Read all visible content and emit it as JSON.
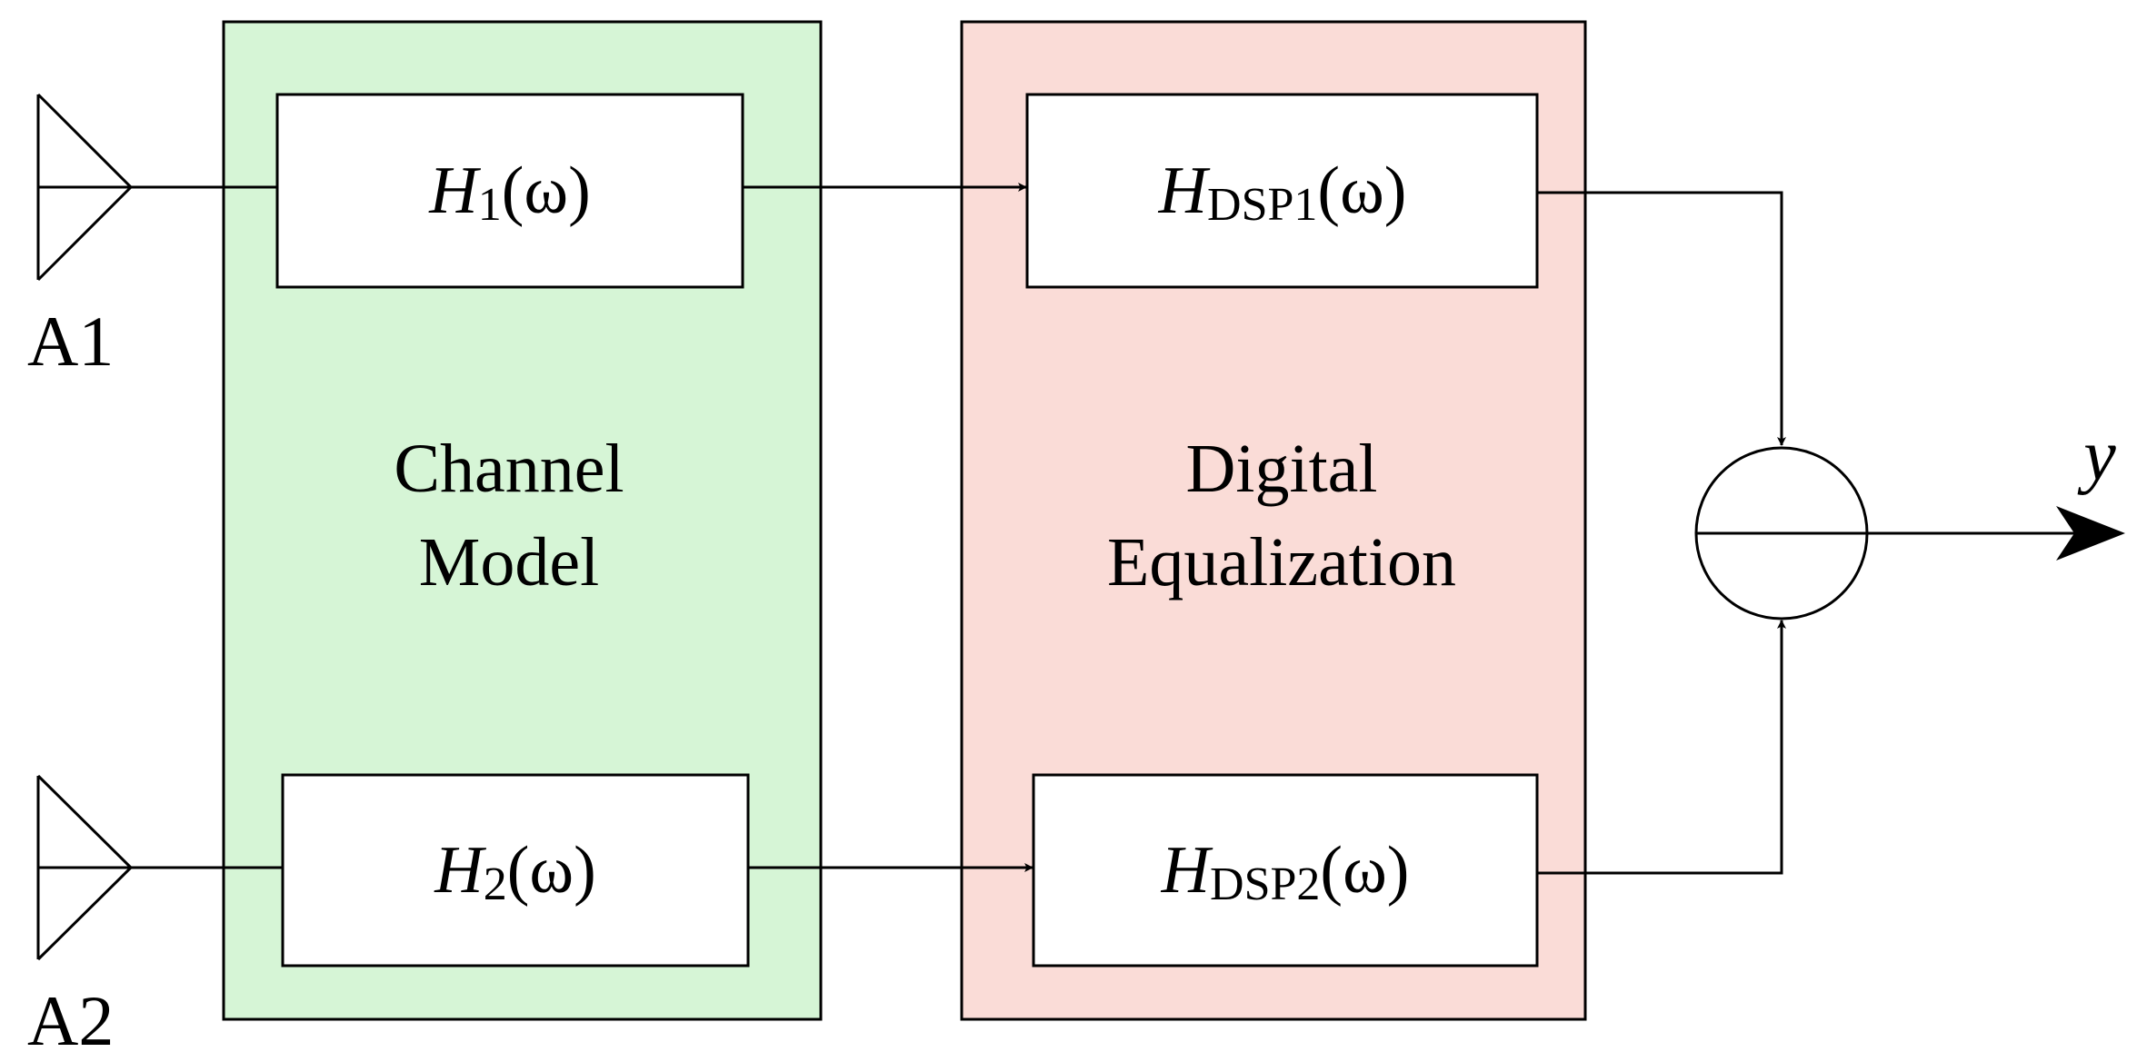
{
  "colors": {
    "channel_fill": "#d6f5d6",
    "equalization_fill": "#fadcd7",
    "stroke": "#000000",
    "block_fill": "#ffffff"
  },
  "antennas": {
    "a1": "A1",
    "a2": "A2"
  },
  "channel_model": {
    "label_line1": "Channel",
    "label_line2": "Model",
    "h1": {
      "symbol": "H",
      "sub": "1",
      "arg": "(ω)"
    },
    "h2": {
      "symbol": "H",
      "sub": "2",
      "arg": "(ω)"
    }
  },
  "digital_equalization": {
    "label_line1": "Digital",
    "label_line2": "Equalization",
    "hdsp1": {
      "symbol": "H",
      "sub": "DSP1",
      "arg": "(ω)"
    },
    "hdsp2": {
      "symbol": "H",
      "sub": "DSP2",
      "arg": "(ω)"
    }
  },
  "output": {
    "label": "y"
  }
}
